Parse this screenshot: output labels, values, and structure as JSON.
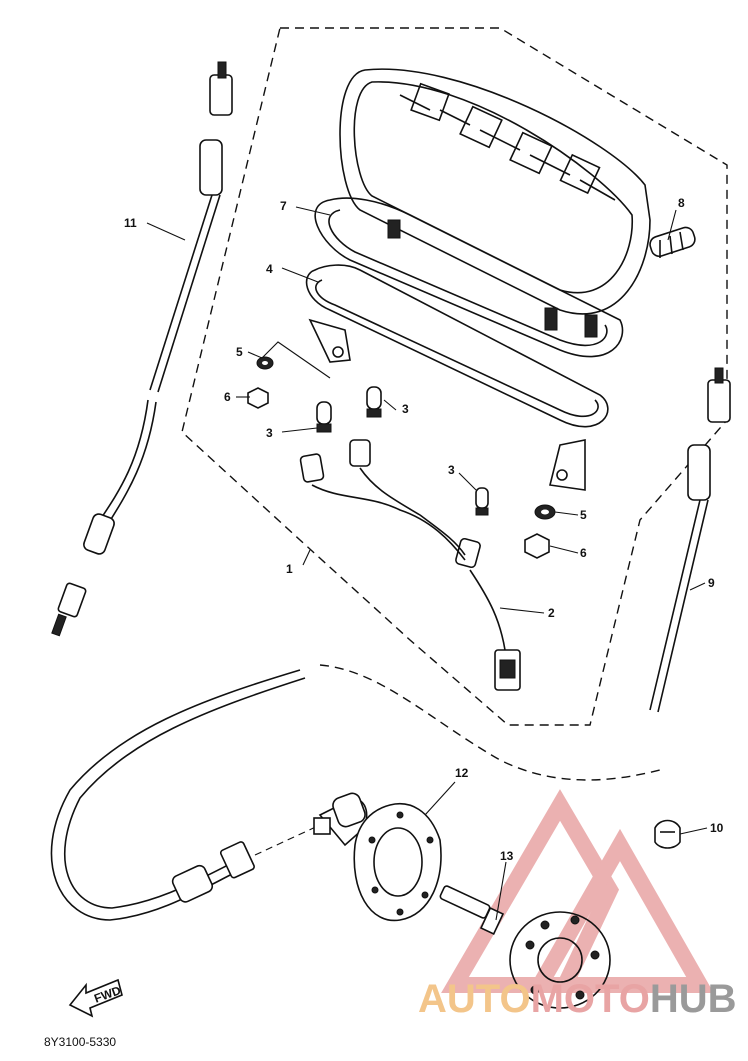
{
  "diagram_code": "8Y3100-5330",
  "fwd_label": "FWD",
  "watermark": {
    "text_auto": "AUTO",
    "text_moto": "MOTO",
    "text_hub": "HUB",
    "color_primary": "#e8a4a4",
    "color_accent": "#f3c58a",
    "color_dark": "#9a9a9a"
  },
  "callouts": [
    {
      "id": "c1",
      "label": "1"
    },
    {
      "id": "c2",
      "label": "2"
    },
    {
      "id": "c3a",
      "label": "3"
    },
    {
      "id": "c3b",
      "label": "3"
    },
    {
      "id": "c3c",
      "label": "3"
    },
    {
      "id": "c4",
      "label": "4"
    },
    {
      "id": "c5a",
      "label": "5"
    },
    {
      "id": "c5b",
      "label": "5"
    },
    {
      "id": "c6a",
      "label": "6"
    },
    {
      "id": "c6b",
      "label": "6"
    },
    {
      "id": "c7",
      "label": "7"
    },
    {
      "id": "c8",
      "label": "8"
    },
    {
      "id": "c9",
      "label": "9"
    },
    {
      "id": "c10",
      "label": "10"
    },
    {
      "id": "c11",
      "label": "11"
    },
    {
      "id": "c12",
      "label": "12"
    },
    {
      "id": "c13",
      "label": "13"
    }
  ]
}
